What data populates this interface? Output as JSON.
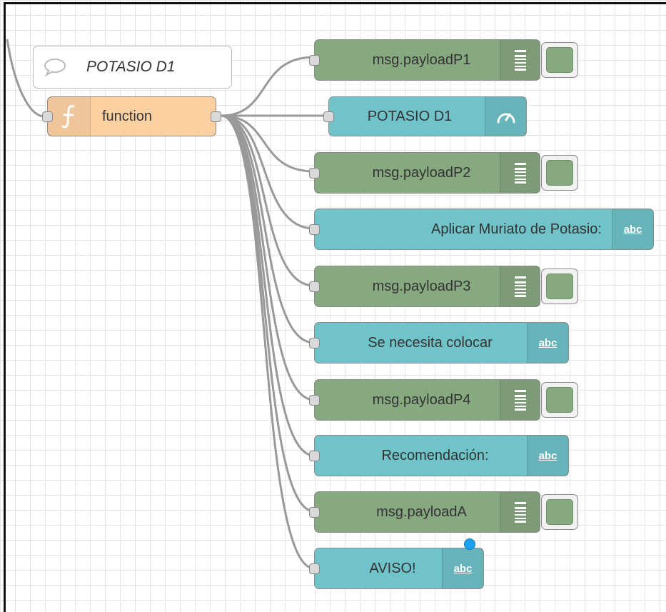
{
  "comment_node": {
    "label": "POTASIO D1",
    "icon": "speech-bubble-icon"
  },
  "function_node": {
    "label": "function",
    "icon": "function-icon"
  },
  "output_nodes": [
    {
      "kind": "debug",
      "label": "msg.payloadP1"
    },
    {
      "kind": "gauge",
      "label": "POTASIO D1"
    },
    {
      "kind": "debug",
      "label": "msg.payloadP2"
    },
    {
      "kind": "text",
      "label": "Aplicar Muriato de Potasio:",
      "icon_text": "abc"
    },
    {
      "kind": "debug",
      "label": "msg.payloadP3"
    },
    {
      "kind": "text",
      "label": "Se necesita colocar",
      "icon_text": "abc"
    },
    {
      "kind": "debug",
      "label": "msg.payloadP4"
    },
    {
      "kind": "text",
      "label": "Recomendación:",
      "icon_text": "abc"
    },
    {
      "kind": "debug",
      "label": "msg.payloadA"
    },
    {
      "kind": "text",
      "label": "AVISO!",
      "icon_text": "abc"
    }
  ],
  "colors": {
    "debug_node": "#87a980",
    "ui_node": "#6fc3c9",
    "function_node": "#fdd0a2",
    "status_dot": "#1aa1f2"
  }
}
